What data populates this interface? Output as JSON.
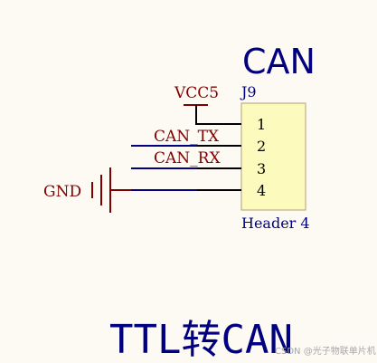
{
  "title": "CAN",
  "caption": "TTL转CAN",
  "watermark": "CSDN @光子物联单片机",
  "component": {
    "ref": "J9",
    "part": "Header 4",
    "pins": [
      "1",
      "2",
      "3",
      "4"
    ]
  },
  "nets": {
    "power": "VCC5",
    "tx": "CAN_TX",
    "rx": "CAN_RX",
    "ground": "GND"
  },
  "colors": {
    "background": "#fdfaf4",
    "title": "#000080",
    "net_label": "#800000",
    "wire": "#000080",
    "stub": "#000000",
    "body_fill": "#fdfabe",
    "body_stroke": "#b0a070"
  }
}
